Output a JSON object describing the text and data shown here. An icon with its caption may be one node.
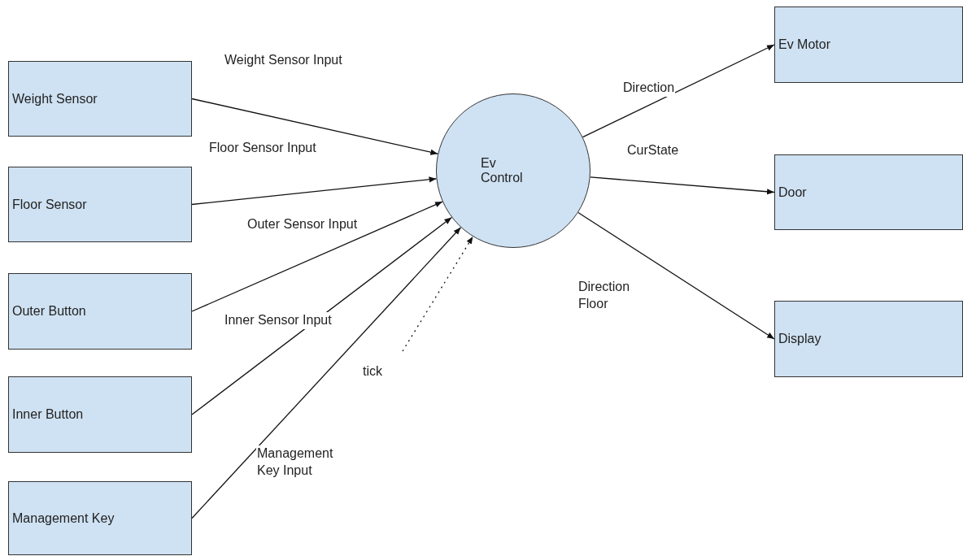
{
  "diagram": {
    "nodes": [
      {
        "text": [
          "Weight Sensor"
        ]
      },
      {
        "text": [
          "Floor Sensor"
        ]
      },
      {
        "text": [
          "Outer Button"
        ]
      },
      {
        "text": [
          "Inner Button"
        ]
      },
      {
        "text": [
          "Management Key"
        ]
      },
      {
        "text": [
          "Ev Control"
        ]
      },
      {
        "text": [
          "Ev Motor"
        ]
      },
      {
        "text": [
          "Door"
        ]
      },
      {
        "text": [
          "Display"
        ]
      }
    ],
    "edges": [
      {
        "from": 0,
        "to": 5,
        "arrow": "to",
        "label": "Weight Sensor Input"
      },
      {
        "from": 1,
        "to": 5,
        "arrow": "to",
        "label": "Floor Sensor Input"
      },
      {
        "from": 2,
        "to": 5,
        "arrow": "to",
        "label": "Outer Sensor Input"
      },
      {
        "from": 3,
        "to": 5,
        "arrow": "to",
        "label": "Inner Sensor Input"
      },
      {
        "from": 4,
        "to": 5,
        "arrow": "to",
        "label": "Management Key Input"
      },
      {
        "from": null,
        "to": 5,
        "arrow": "to",
        "label": "tick",
        "style": "dashed"
      },
      {
        "from": 5,
        "to": 6,
        "arrow": "to",
        "label": "Direction"
      },
      {
        "from": 5,
        "to": 7,
        "arrow": "to",
        "label": "CurState"
      },
      {
        "from": 5,
        "to": 8,
        "arrow": "to",
        "label": "Direction Floor"
      }
    ]
  }
}
